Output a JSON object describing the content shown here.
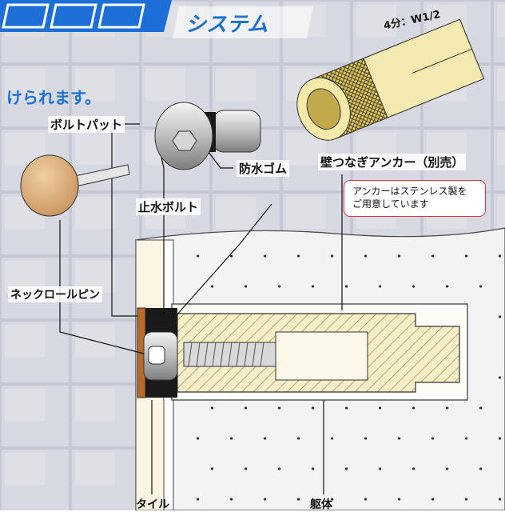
{
  "header": {
    "banner_text": "システム",
    "subtitle": "けられます。"
  },
  "labels": {
    "bolt_pad": "ボルトパット",
    "waterproof_rubber": "防水ゴム",
    "wall_anchor": "壁つなぎアンカー（別売）",
    "stop_water_bolt": "止水ボルト",
    "neck_roll_pin": "ネックロールピン",
    "tile": "タイル",
    "body": "躯体",
    "anchor_spec": "4分：W1/2"
  },
  "note": {
    "line1": "アンカーはステンレス製を",
    "line2": "ご用意しています"
  },
  "colors": {
    "accent_blue": "#1c6fd6",
    "note_border": "#e0303a",
    "tile_color": "#fbf5e4",
    "body_color": "#f2f2f2",
    "anchor_gold": "#f0e4a0",
    "background_tiles": "#c9ccd6"
  }
}
